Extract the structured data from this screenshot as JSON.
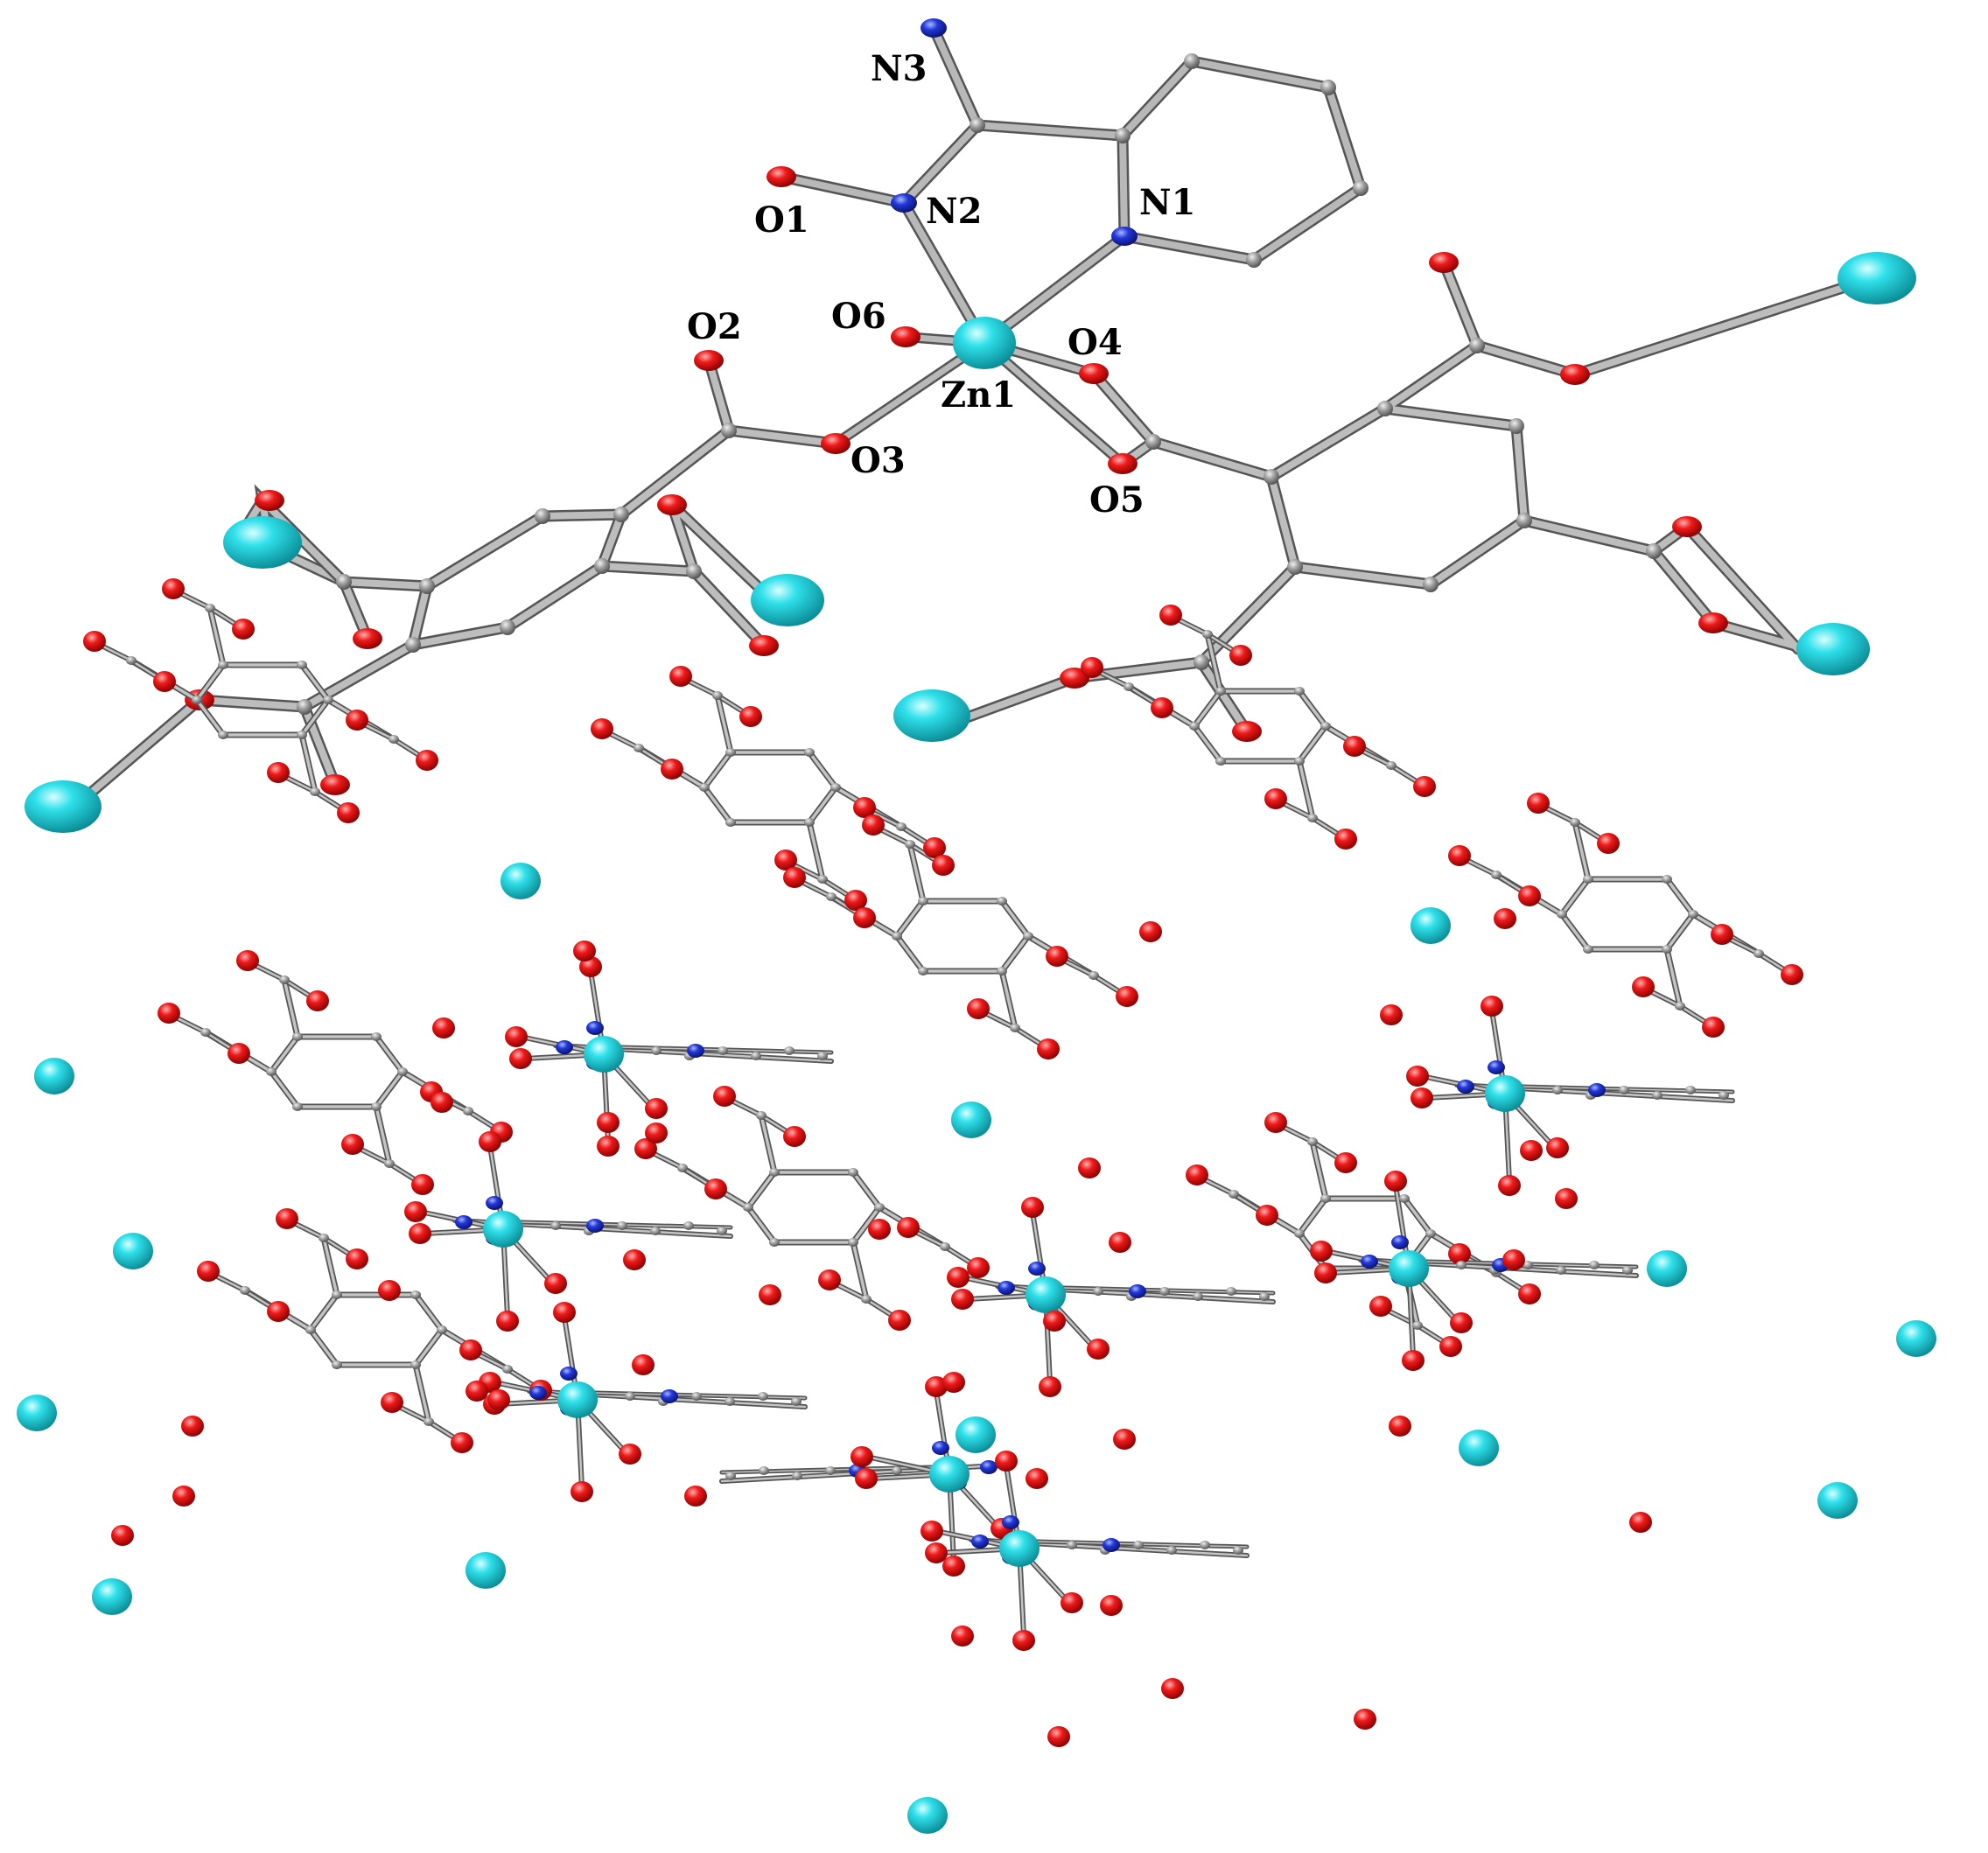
{
  "colors": {
    "zinc": "#1fd0dc",
    "oxygen": "#e41010",
    "nitrogen": "#1428c8",
    "carbon": "#9a9a9a",
    "bond": "#a8a8a8",
    "bond_outline": "#555555"
  },
  "labels": {
    "n3": "N3",
    "o1": "O1",
    "n2": "N2",
    "n1": "N1",
    "o6": "O6",
    "o2": "O2",
    "o4": "O4",
    "zn1": "Zn1",
    "o3": "O3",
    "o5": "O5"
  }
}
